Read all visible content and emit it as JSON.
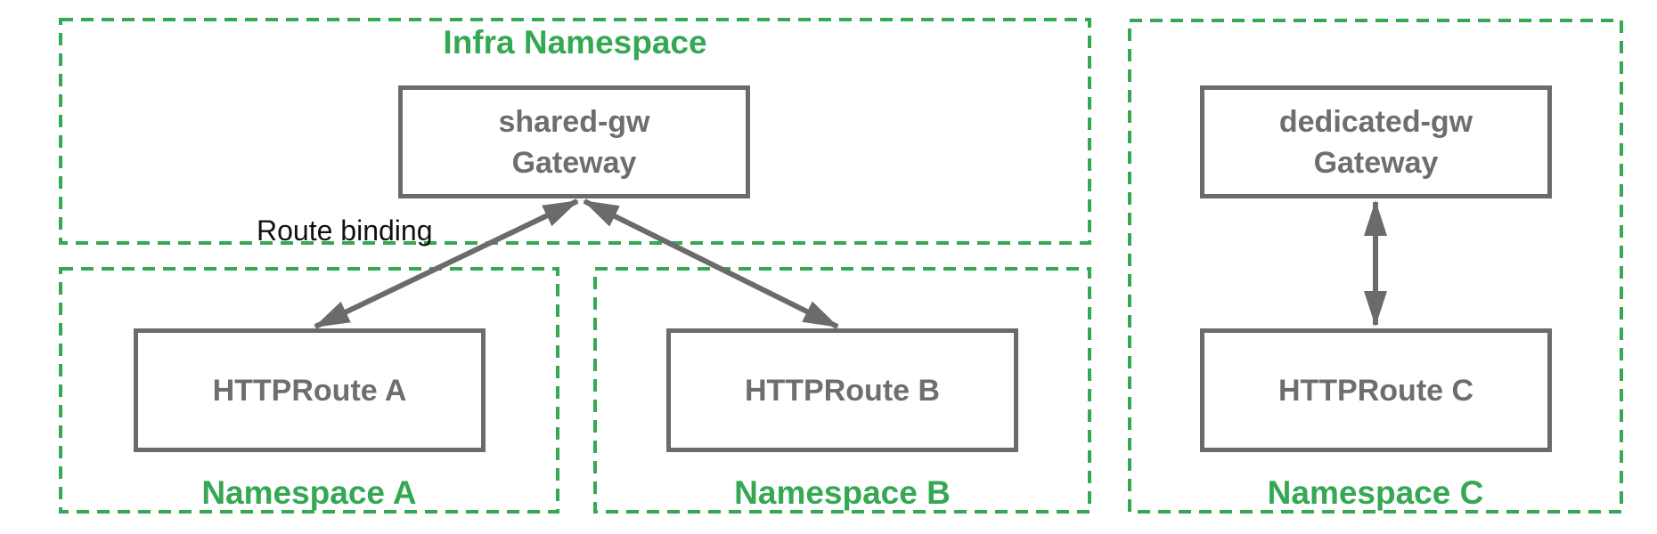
{
  "diagram": {
    "infra": {
      "title": "Infra Namespace",
      "gateway_name": "shared-gw",
      "gateway_type": "Gateway"
    },
    "namespace_a": {
      "title": "Namespace A",
      "route": "HTTPRoute A"
    },
    "namespace_b": {
      "title": "Namespace B",
      "route": "HTTPRoute B"
    },
    "namespace_c": {
      "title": "Namespace C",
      "gateway_name": "dedicated-gw",
      "gateway_type": "Gateway",
      "route": "HTTPRoute C"
    },
    "edge_label": "Route binding",
    "colors": {
      "namespace_green": "#34a853",
      "node_grey": "#6b6b6b",
      "node_text_grey": "#6e6e6e",
      "edge_label_black": "#111111",
      "background": "#ffffff"
    }
  }
}
